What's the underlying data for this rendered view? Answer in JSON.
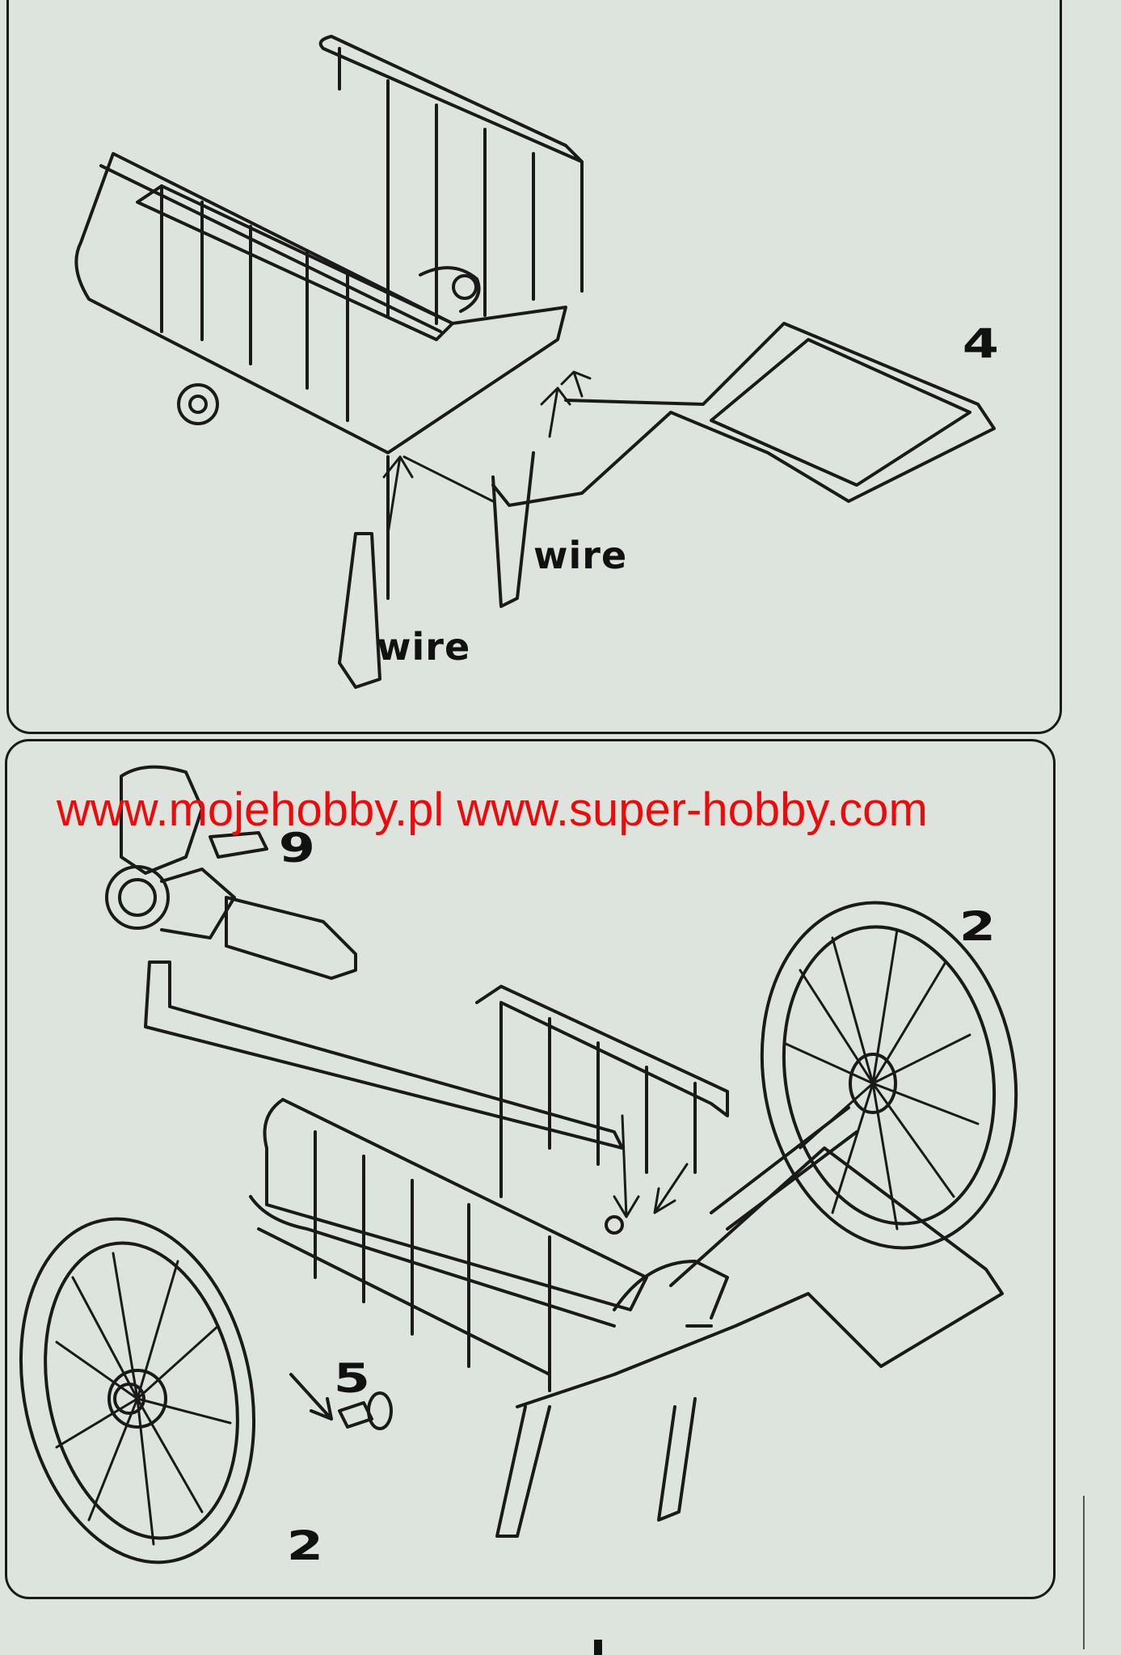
{
  "watermark": "www.mojehobby.pl www.super-hobby.com",
  "step_top": {
    "part_number": "4",
    "labels": [
      "wire",
      "wire"
    ]
  },
  "step_bottom": {
    "part_numbers": {
      "engine": "9",
      "wheel_right": "2",
      "axle": "5",
      "wheel_left": "2"
    }
  },
  "colors": {
    "ink": "#1a1a1a",
    "paper": "#dde4dd",
    "watermark": "#ee0a0a"
  }
}
